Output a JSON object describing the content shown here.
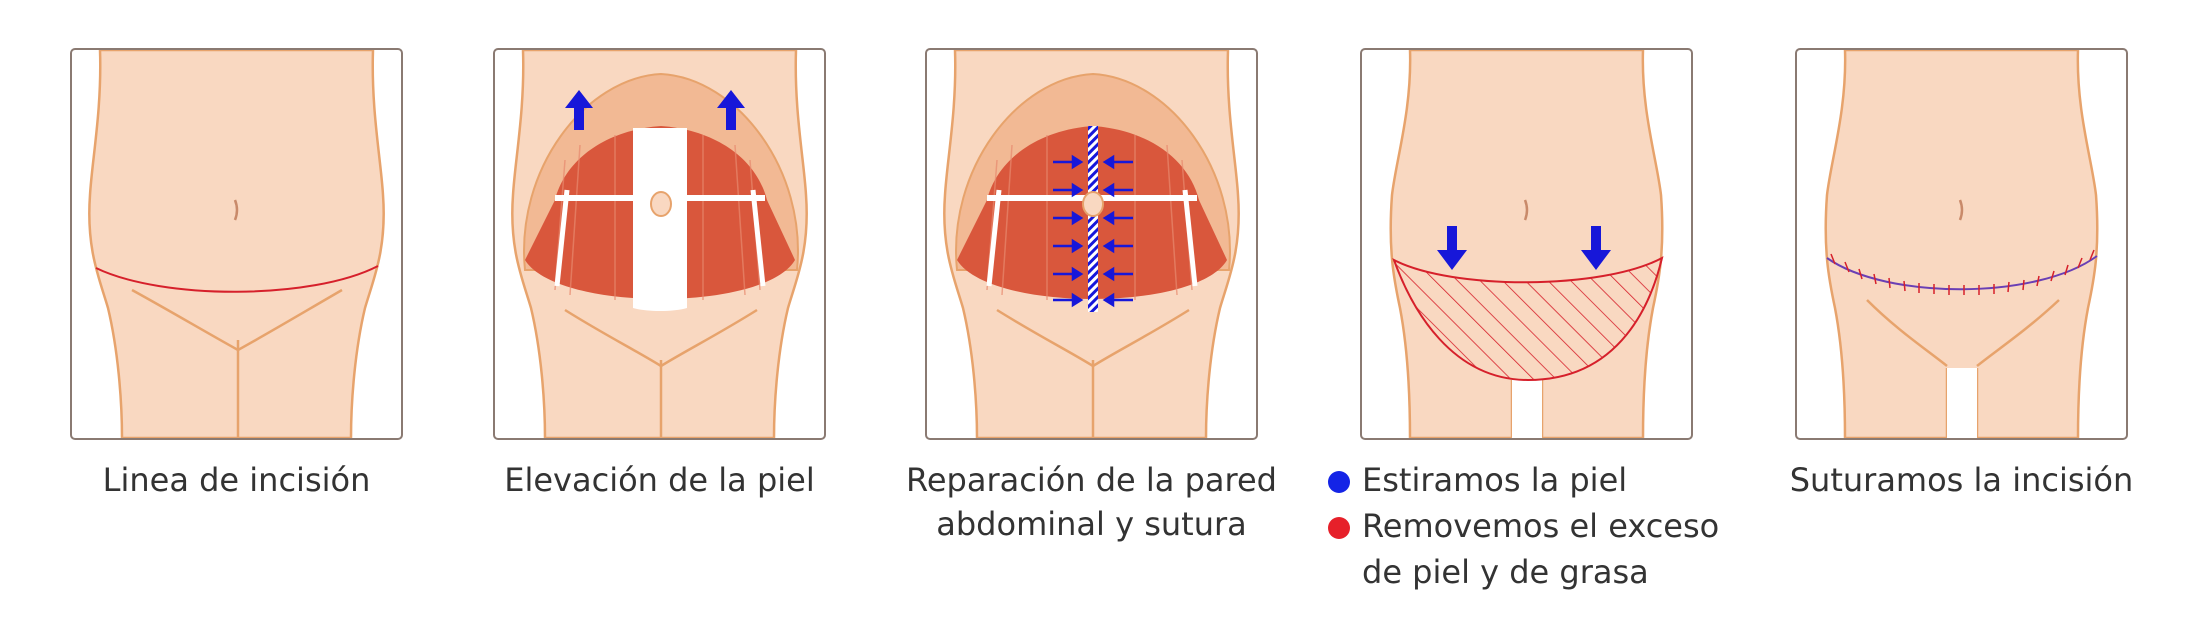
{
  "colors": {
    "skin": "#f9d8c1",
    "outline": "#e7a36c",
    "frame": "#8a7a72",
    "muscle": "#d9573c",
    "flap": "#f2b994",
    "incision": "#d6202b",
    "suture": "#6a3fb5",
    "arrow": "#1717d9",
    "legend_blue": "#1424e6",
    "legend_red": "#e6202a"
  },
  "steps": [
    {
      "caption": "Linea de incisión",
      "icon": "incision-line-icon"
    },
    {
      "caption": "Elevación de la piel",
      "icon": "skin-lift-icon"
    },
    {
      "caption_lines": [
        "Reparación de la pared",
        "abdominal y sutura"
      ],
      "icon": "wall-repair-icon"
    },
    {
      "icon": "skin-removal-icon"
    },
    {
      "caption": "Suturamos la incisión",
      "icon": "suture-icon"
    }
  ],
  "legend": [
    {
      "label": "Estiramos la piel",
      "color": "#1424e6"
    },
    {
      "label_lines": [
        "Removemos el exceso",
        "de piel y de grasa"
      ],
      "color": "#e6202a"
    }
  ]
}
